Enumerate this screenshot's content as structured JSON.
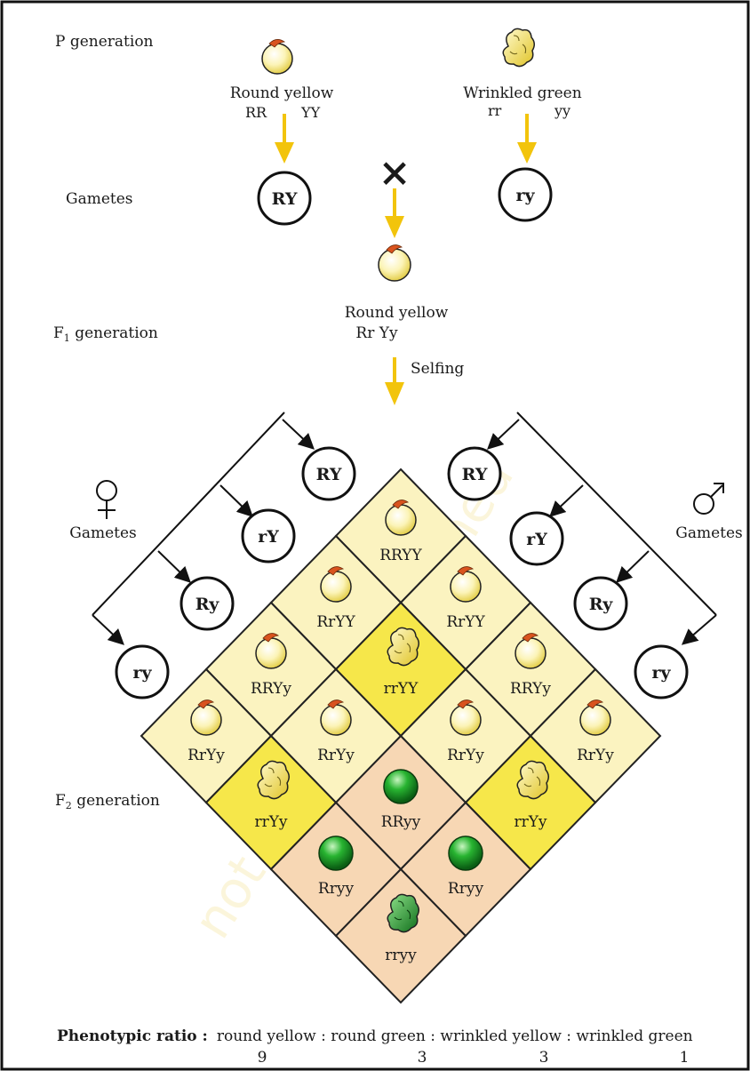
{
  "labels": {
    "p_generation": "P generation",
    "gametes_row": "Gametes",
    "f1_generation_base": "F",
    "f1_generation_sub": "1",
    "f1_generation_rest": " generation",
    "f2_generation_base": "F",
    "f2_generation_sub": "2",
    "f2_generation_rest": " generation",
    "female_gametes": "Gametes",
    "male_gametes": "Gametes",
    "cross_symbol": "×",
    "selfing": "Selfing"
  },
  "parents": {
    "left": {
      "phenotype": "Round yellow",
      "genotype_a": "RR",
      "genotype_b": "YY",
      "gamete": "RY"
    },
    "right": {
      "phenotype": "Wrinkled green",
      "genotype_a": "rr",
      "genotype_b": "yy",
      "gamete": "ry"
    }
  },
  "f1": {
    "phenotype": "Round yellow",
    "genotype": "Rr Yy"
  },
  "female_gametes": [
    "RY",
    "rY",
    "Ry",
    "ry"
  ],
  "male_gametes": [
    "RY",
    "rY",
    "Ry",
    "ry"
  ],
  "punnett": [
    [
      "RRYY",
      "RrYY",
      "RRYy",
      "RrYy"
    ],
    [
      "RrYY",
      "rrYY",
      "RrYy",
      "rrYy"
    ],
    [
      "RRYy",
      "RrYy",
      "RRyy",
      "Rryy"
    ],
    [
      "RrYy",
      "rrYy",
      "Rryy",
      "rryy"
    ]
  ],
  "ratio": {
    "heading": "Phenotypic ratio :",
    "row": "round yellow : round green : wrinkled yellow : wrinkled green",
    "values": [
      "9",
      "3",
      "3",
      "1"
    ]
  },
  "watermark": "not to be republished",
  "colors": {
    "arrow": "#f2c40c",
    "cell_round_yellow": "#fbf3c0",
    "cell_wrinkled_yellow": "#f6e74a",
    "cell_green": "#f7d7b4",
    "pea_yellow": "#fbf0a6",
    "pea_green": "#21a32a"
  }
}
